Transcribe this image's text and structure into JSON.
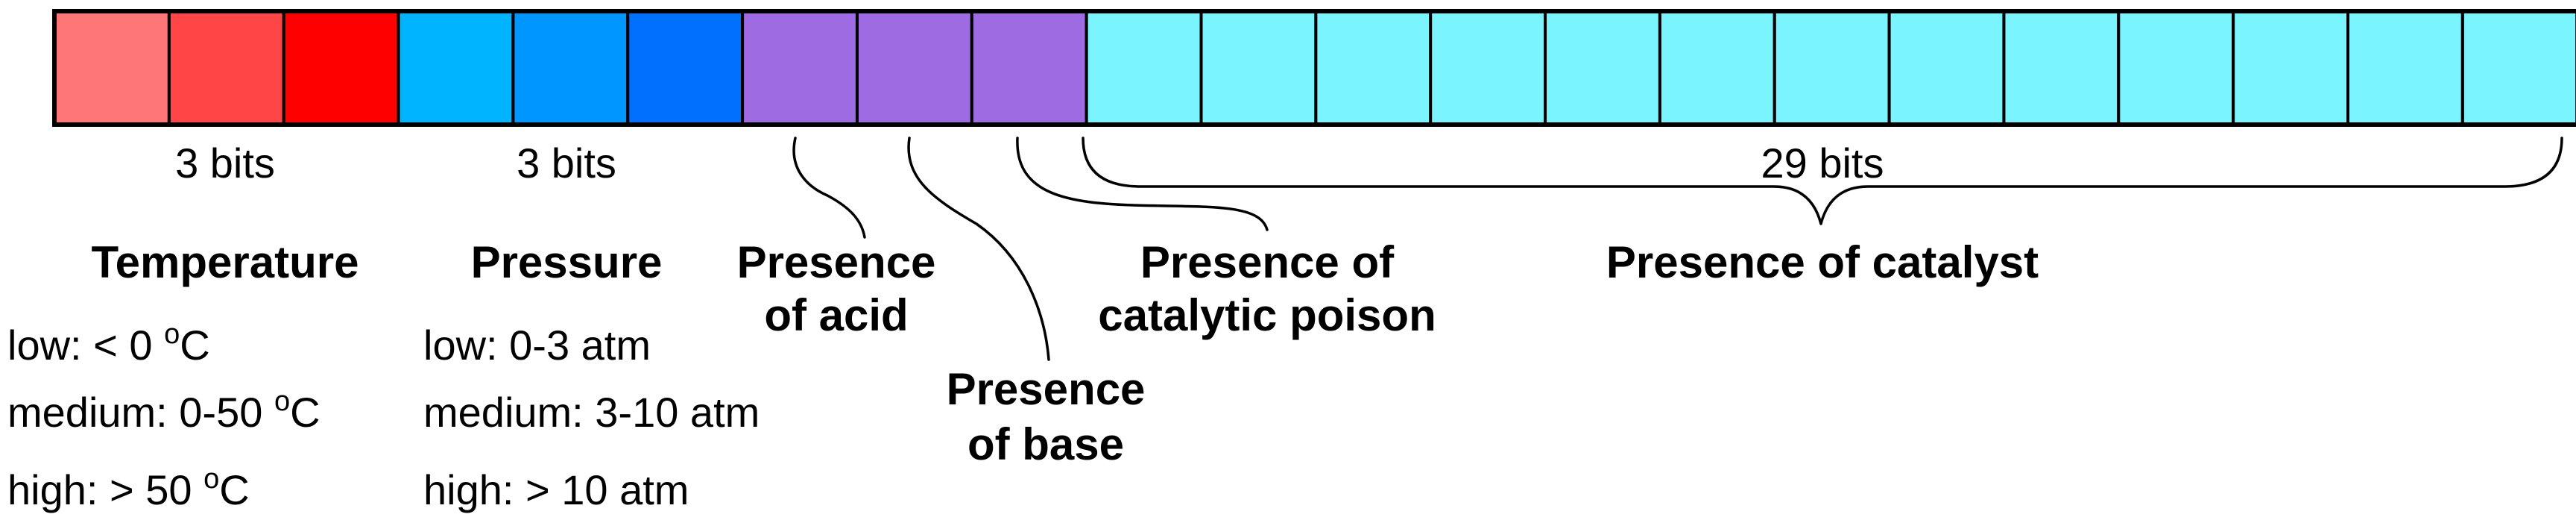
{
  "bit_groups": {
    "temperature": {
      "colors": [
        "#FF7676",
        "#FF4545",
        "#FF0000"
      ],
      "bits_label": "3 bits",
      "title": "Temperature",
      "rows": [
        {
          "text": "low: < 0 ",
          "sup": "o",
          "unit": "C"
        },
        {
          "text": "medium: 0-50 ",
          "sup": "o",
          "unit": "C"
        },
        {
          "text": "high: > 50 ",
          "sup": "o",
          "unit": "C"
        }
      ]
    },
    "pressure": {
      "colors": [
        "#00B4FF",
        "#0096FF",
        "#0070FF"
      ],
      "bits_label": "3 bits",
      "title": "Pressure",
      "rows": [
        {
          "text": "low: 0-3 atm"
        },
        {
          "text": "medium: 3-10 atm"
        },
        {
          "text": "high: > 10 atm"
        }
      ]
    },
    "acid": {
      "color": "#9F6BE3",
      "title_lines": [
        "Presence",
        "of acid"
      ]
    },
    "base": {
      "color": "#9F6BE3",
      "title_lines": [
        "Presence",
        "of base"
      ]
    },
    "poison": {
      "color": "#9F6BE3",
      "title_lines": [
        "Presence of",
        "catalytic poison"
      ]
    },
    "catalyst": {
      "color": "#7AF5FF",
      "cell_count": 13,
      "bits_label": "29 bits",
      "title": "Presence of catalyst"
    }
  }
}
